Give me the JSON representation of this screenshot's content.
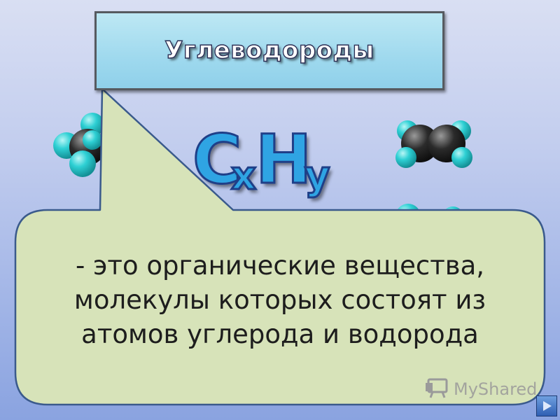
{
  "title": "Углеводороды",
  "formula": {
    "c": "C",
    "x": "x",
    "h": "H",
    "y": "y"
  },
  "definition": [
    "- это органические вещества,",
    "молекулы которых состоят из",
    "атомов углерода и водорода"
  ],
  "watermark": "MyShared",
  "colors": {
    "title_box": "#a6dcef",
    "bubble_fill": "#d7e3b9",
    "formula": "#2fa4e3",
    "atom_carbon": "#2b2b2b",
    "atom_hydrogen": "#2ed0d4"
  },
  "icons": {
    "nav": "next-slide-button",
    "watermark": "myshared-logo-icon"
  }
}
